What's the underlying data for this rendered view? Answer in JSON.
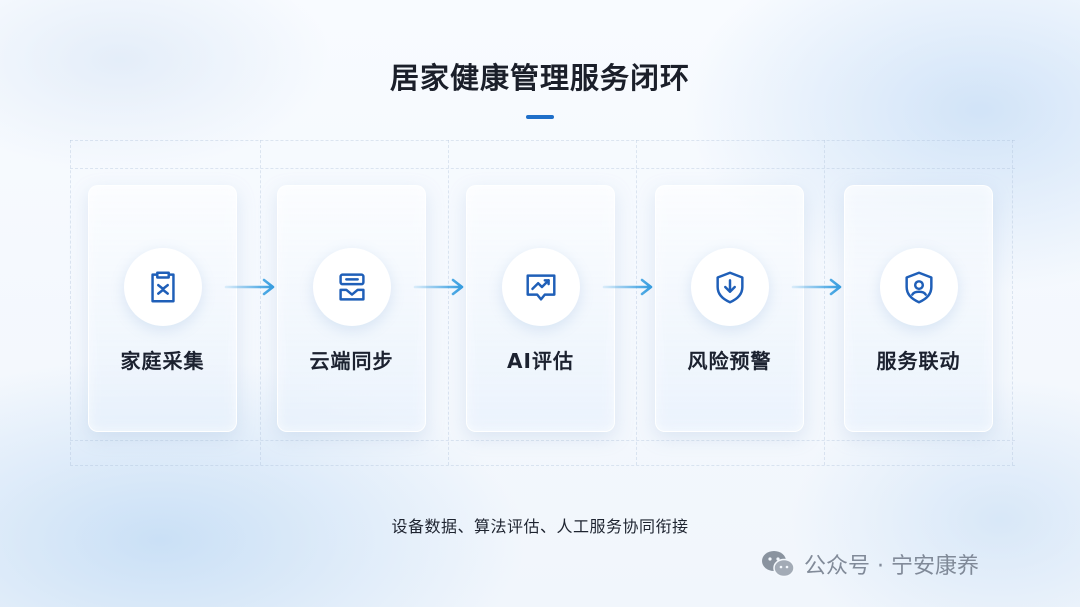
{
  "title": "居家健康管理服务闭环",
  "colors": {
    "accent": "#1f6fc9",
    "icon_stroke": "#1f5fb8",
    "arrow": "#2f9be0"
  },
  "steps": [
    {
      "label": "家庭采集",
      "icon": "clipboard-check-icon"
    },
    {
      "label": "云端同步",
      "icon": "cloud-sync-icon"
    },
    {
      "label": "AI评估",
      "icon": "chart-analysis-icon"
    },
    {
      "label": "风险预警",
      "icon": "shield-alert-icon"
    },
    {
      "label": "服务联动",
      "icon": "shield-user-icon"
    }
  ],
  "subtitle": "设备数据、算法评估、人工服务协同衔接",
  "watermark": {
    "icon": "wechat-icon",
    "text": "公众号 · 宁安康养"
  }
}
